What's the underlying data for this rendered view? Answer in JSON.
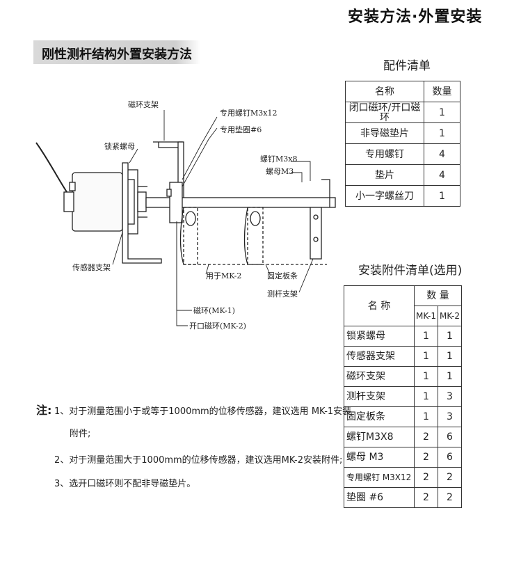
{
  "header": {
    "title": "安装方法·外置安装"
  },
  "section": {
    "title": "刚性测杆结构外置安装方法"
  },
  "diagram": {
    "labels": {
      "ring_bracket": "磁环支架",
      "lock_nut": "锁紧螺母",
      "special_screw": "专用螺钉M3x12",
      "special_washer": "专用垫圈#6",
      "screw_m3x8": "螺钉M3x8",
      "nut_m3": "螺母M3",
      "sensor_bracket": "传感器支架",
      "for_mk2": "用于MK-2",
      "fixing_plate": "固定板条",
      "rod_bracket": "测杆支架",
      "magnet_ring": "磁环(MK-1)",
      "open_ring": "开口磁环(MK-2)"
    }
  },
  "parts_list": {
    "title": "配件清单",
    "headers": [
      "名称",
      "数量"
    ],
    "rows": [
      [
        "闭口磁环/开口磁环",
        "1"
      ],
      [
        "非导磁垫片",
        "1"
      ],
      [
        "专用螺钉",
        "4"
      ],
      [
        "垫片",
        "4"
      ],
      [
        "小一字螺丝刀",
        "1"
      ]
    ]
  },
  "accessory_list": {
    "title": "安装附件清单(选用)",
    "header_name": "名 称",
    "header_qty": "数 量",
    "header_mk1": "MK-1",
    "header_mk2": "MK-2",
    "rows": [
      [
        "锁紧螺母",
        "1",
        "1"
      ],
      [
        "传感器支架",
        "1",
        "1"
      ],
      [
        "磁环支架",
        "1",
        "1"
      ],
      [
        "测杆支架",
        "1",
        "3"
      ],
      [
        "固定板条",
        "1",
        "3"
      ],
      [
        "螺钉M3X8",
        "2",
        "6"
      ],
      [
        "螺母 M3",
        "2",
        "6"
      ],
      [
        "专用螺钉 M3X12",
        "2",
        "2"
      ],
      [
        "垫圈 #6",
        "2",
        "2"
      ]
    ]
  },
  "notes": {
    "label": "注:",
    "n1a": "1、对于测量范围小于或等于1000mm的位移传感器，建议选用 MK-1安装",
    "n1b": "附件;",
    "n2": "2、对于测量范围大于1000mm的位移传感器，建议选用MK-2安装附件;",
    "n3": "3、选开口磁环则不配非导磁垫片。"
  }
}
